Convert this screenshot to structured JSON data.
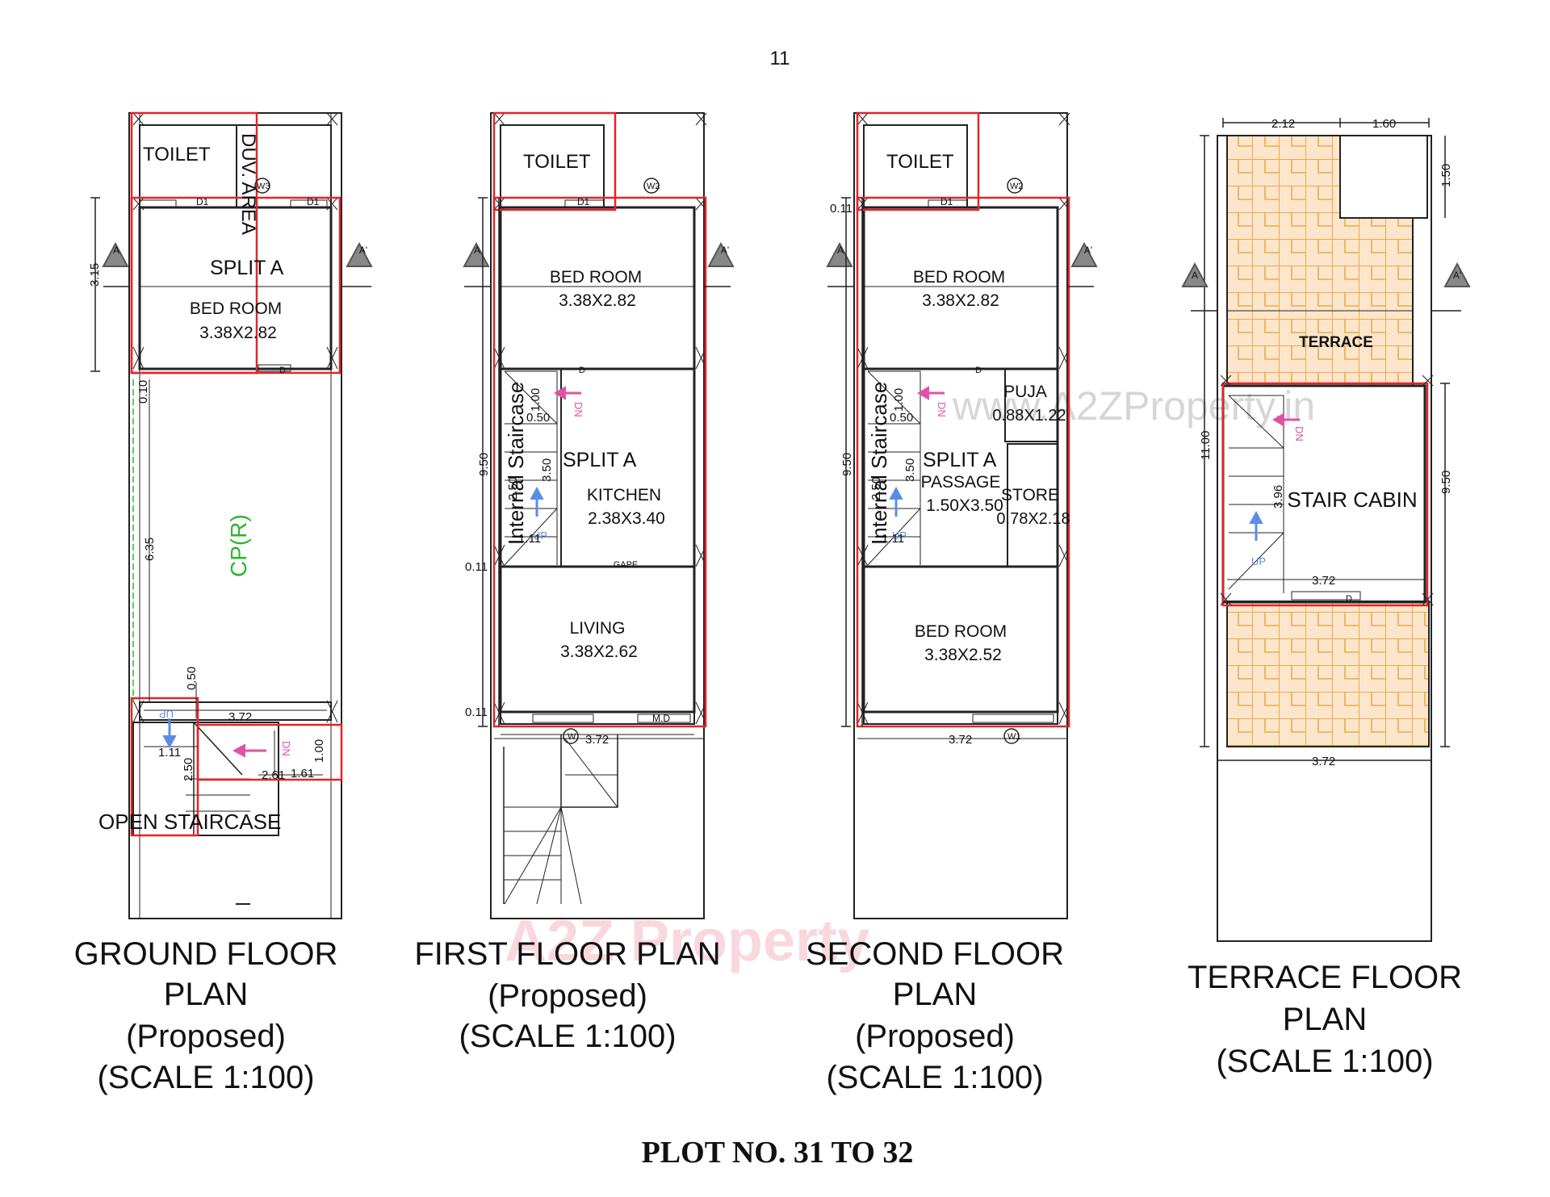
{
  "page_number": "11",
  "plot_title": "PLOT NO. 31 TO 32",
  "watermark_logo": "A2Z Property",
  "watermark_url": "www.A2ZProperty.in",
  "colors": {
    "walls": "#222222",
    "plot_boundary": "#e0262b",
    "terrace_tile": "#f0a848",
    "terrace_fill": "#fbe6cc",
    "green_label": "#2db52d",
    "stair_arrow_up": "#5b8de8",
    "stair_arrow_dn": "#e052a5"
  },
  "section_marker": {
    "left": "A",
    "right": "A'"
  },
  "ground": {
    "title1": "GROUND FLOOR",
    "title2": "PLAN",
    "title3": "(Proposed)",
    "title4": "(SCALE 1:100)",
    "toilet": "TOILET",
    "duct": "DUV. AREA",
    "w3": "W3",
    "split": "SPLIT  A",
    "bed": "BED ROOM",
    "bed_size": "3.38X2.82",
    "cp": "CP(R)",
    "open_stair": "OPEN STAIRCASE",
    "up": "UP",
    "dn": "DN",
    "d1a": "D1",
    "d1b": "D1",
    "d": "D",
    "dim_315": "3.15",
    "dim_010": "0.10",
    "dim_635": "6.35",
    "dim_050": "0.50",
    "dim_372": "3.72",
    "dim_111": "1.11",
    "dim_250": "2.50",
    "dim_100": "1.00",
    "dim_261": "2.61",
    "dim_161": "1.61"
  },
  "first": {
    "title1": "FIRST FLOOR PLAN",
    "title2": "(Proposed)",
    "title3": "(SCALE 1:100)",
    "toilet": "TOILET",
    "w2": "W2",
    "d1": "D1",
    "d": "D",
    "bed": "BED ROOM",
    "bed_size": "3.38X2.82",
    "stair": "Internal Staircase",
    "split": "SPLIT  A",
    "kitchen": "KITCHEN",
    "kitchen_size": "2.38X3.40",
    "gape": "GAPE",
    "living": "LIVING",
    "living_size": "3.38X2.62",
    "md": "M.D",
    "w": "W",
    "up": "UP",
    "dn": "DN",
    "dim_950": "9.50",
    "dim_011a": "0.11",
    "dim_011b": "0.11",
    "dim_372": "3.72",
    "dim_100": "1.00",
    "dim_050": "0.50",
    "dim_350": "3.50",
    "dim_250": "2.50",
    "dim_111": "1.11"
  },
  "second": {
    "title1": "SECOND FLOOR",
    "title2": "PLAN",
    "title3": "(Proposed)",
    "title4": "(SCALE 1:100)",
    "toilet": "TOILET",
    "w2": "W2",
    "d1": "D1",
    "d": "D",
    "bed1": "BED ROOM",
    "bed1_size": "3.38X2.82",
    "stair": "Internal Staircase",
    "split": "SPLIT  A",
    "passage": "PASSAGE",
    "passage_size": "1.50X3.50",
    "puja": "PUJA",
    "puja_size": "0.88X1.22",
    "store": "STORE",
    "store_size": "0.78X2.18",
    "bed2": "BED ROOM",
    "bed2_size": "3.38X2.52",
    "w1": "W1",
    "up": "UP",
    "dn": "DN",
    "dim_011": "0.11",
    "dim_950": "9.50",
    "dim_372": "3.72",
    "dim_100": "1.00",
    "dim_050": "0.50",
    "dim_350": "3.50",
    "dim_250": "2.50",
    "dim_111": "1.11"
  },
  "terrace": {
    "title1": "TERRACE FLOOR",
    "title2": "PLAN",
    "title3": "(SCALE 1:100)",
    "terrace": "TERRACE",
    "stair_cabin": "STAIR CABIN",
    "d": "D",
    "up": "UP",
    "dn": "DN",
    "dim_212": "2.12",
    "dim_160": "1.60",
    "dim_150": "1.50",
    "dim_1100": "11.00",
    "dim_950": "9.50",
    "dim_396": "3.96",
    "dim_372a": "3.72",
    "dim_372b": "3.72"
  }
}
